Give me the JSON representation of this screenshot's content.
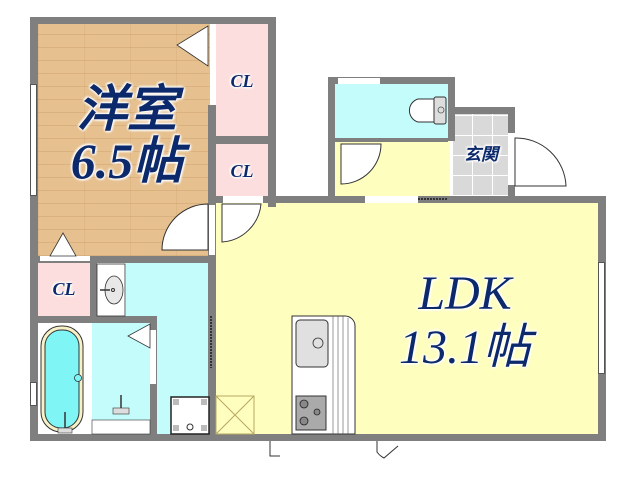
{
  "floor_plan": {
    "rooms": [
      {
        "id": "western-room",
        "name": "洋室",
        "size": "6.5帖"
      },
      {
        "id": "ldk",
        "name": "LDK",
        "size": "13.1帖"
      },
      {
        "id": "entrance",
        "name": "玄関"
      },
      {
        "id": "closet-1",
        "name": "CL"
      },
      {
        "id": "closet-2",
        "name": "CL"
      },
      {
        "id": "closet-3",
        "name": "CL"
      },
      {
        "id": "toilet"
      },
      {
        "id": "washroom"
      },
      {
        "id": "bathroom"
      },
      {
        "id": "hallway"
      }
    ],
    "colors": {
      "wall": "#7f7f7f",
      "wood_floor": "#e6c08e",
      "closet": "#fcdede",
      "wet_area": "#c4fbfb",
      "ldk_floor": "#fefebf",
      "label_text": "#0c2a6b"
    }
  }
}
